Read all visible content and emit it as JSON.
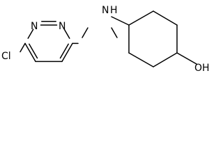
{
  "structure": {
    "atoms": {
      "cl": "Cl",
      "n_ring_1": "N",
      "n_ring_2": "N",
      "nh": "N",
      "h": "H",
      "oh": "OH"
    },
    "colors": {
      "bond": "#000000",
      "text": "#000000",
      "background": "#ffffff"
    }
  }
}
